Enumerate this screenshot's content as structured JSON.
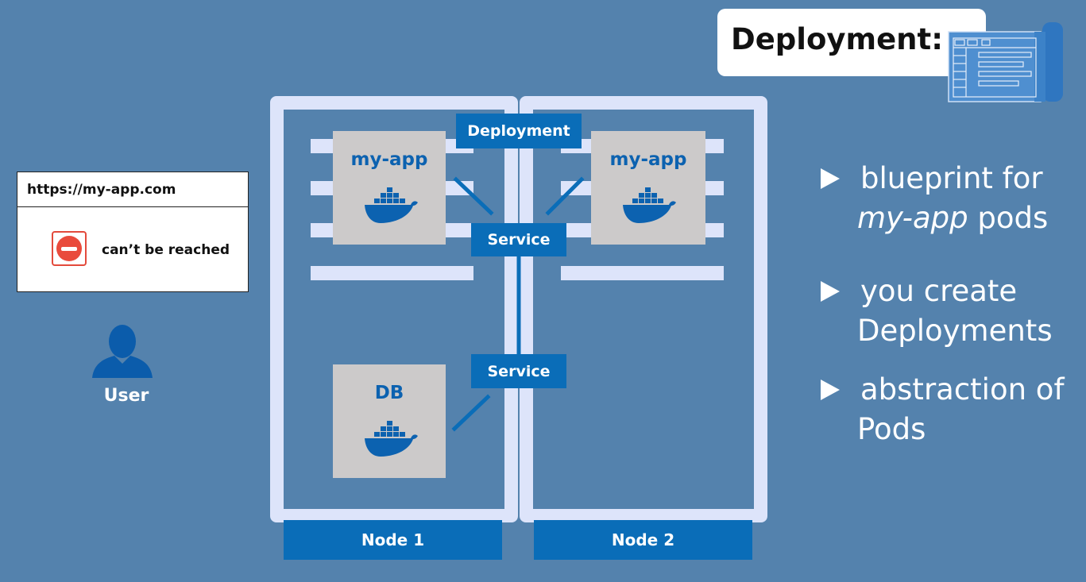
{
  "title": "Deployment:",
  "browser": {
    "url": "https://my-app.com",
    "error_text": "can’t be reached"
  },
  "user_label": "User",
  "nodes": [
    {
      "label": "Node 1"
    },
    {
      "label": "Node 2"
    }
  ],
  "components": {
    "deployment": "Deployment",
    "service_top": "Service",
    "service_bottom": "Service",
    "pod_left": "my-app",
    "pod_right": "my-app",
    "db": "DB"
  },
  "bullets": [
    {
      "line1": "blueprint for",
      "line2_em": "my-app",
      "line2_rest": " pods"
    },
    {
      "line1": "you create",
      "line2": "Deployments"
    },
    {
      "line1": "abstraction of",
      "line2": "Pods"
    }
  ],
  "colors": {
    "background": "#5482ad",
    "accent_blue": "#0a6db8",
    "node_frame": "#dde4fa",
    "pod_gray": "#cccaca",
    "error_red": "#e94b3c"
  }
}
